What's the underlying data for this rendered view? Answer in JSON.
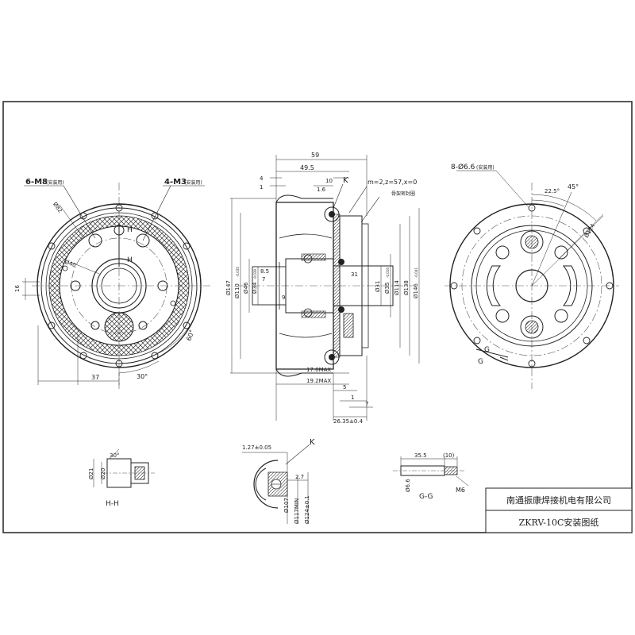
{
  "front_view": {
    "label_holes_m8": "6-M8",
    "label_holes_m8_note": "(安装用)",
    "label_holes_m3": "4-M3",
    "label_holes_m3_note": "(安装用)",
    "dim_d82": "Ø82",
    "dim_d40": "Ø40",
    "dim_16": "16",
    "dim_37": "37",
    "dim_30deg": "30°",
    "dim_60deg": "60°",
    "section_mark_h_top": "H",
    "section_mark_h_mid": "H"
  },
  "side_view": {
    "dim_59": "59",
    "dim_49_5": "49.5",
    "dim_10": "10",
    "dim_4": "4",
    "dim_1": "1",
    "dim_1_6": "1.6",
    "label_k": "K",
    "gear_spec": "m=2,z=57,x=0",
    "label_seal": "骨架密封圈",
    "dim_d147": "Ø147",
    "dim_d110": "Ø110",
    "dim_d110_tol": "-0.035",
    "dim_d46": "Ø46",
    "dim_d34": "Ø34",
    "dim_d34_tol": "-0.039",
    "dim_8_5": "8.5",
    "dim_7_left": "7",
    "dim_9": "9",
    "dim_31": "31",
    "dim_d31": "Ø31",
    "dim_d35": "Ø35",
    "dim_d35_tol": "-0.016",
    "dim_d114": "Ø114",
    "dim_d138": "Ø138",
    "dim_d146": "Ø146",
    "dim_d146_tol": "-0.041",
    "dim_17max": "17.0MAX",
    "dim_19_2max": "19.2MAX",
    "dim_5": "5",
    "dim_1_b": "1",
    "dim_7_b": "7",
    "dim_26_35": "26.35±0.4"
  },
  "rear_view": {
    "label_holes": "8-Ø6.6",
    "label_holes_note": "(安装用)",
    "dim_45deg": "45°",
    "dim_22_5deg": "22.5°",
    "dim_d124": "Ø124",
    "section_g_top": "G",
    "section_g_bottom": "G"
  },
  "detail_hh": {
    "dim_d21": "Ø21",
    "dim_d20": "Ø20",
    "dim_30deg": "30°",
    "caption": "H-H"
  },
  "detail_k": {
    "label": "K",
    "dim_1_27": "1.27±0.05",
    "dim_2_7": "2.7",
    "dim_d107": "Ø107",
    "dim_d117": "Ø117MIN",
    "dim_d124": "Ø124±0.1"
  },
  "detail_gg": {
    "dim_35_5": "35.5",
    "dim_10": "(10)",
    "dim_d6_6": "Ø6.6",
    "thread": "M6",
    "caption": "G-G"
  },
  "title_block": {
    "company": "南通振康焊接机电有限公司",
    "drawing_title": "ZKRV-10C安装图纸"
  }
}
